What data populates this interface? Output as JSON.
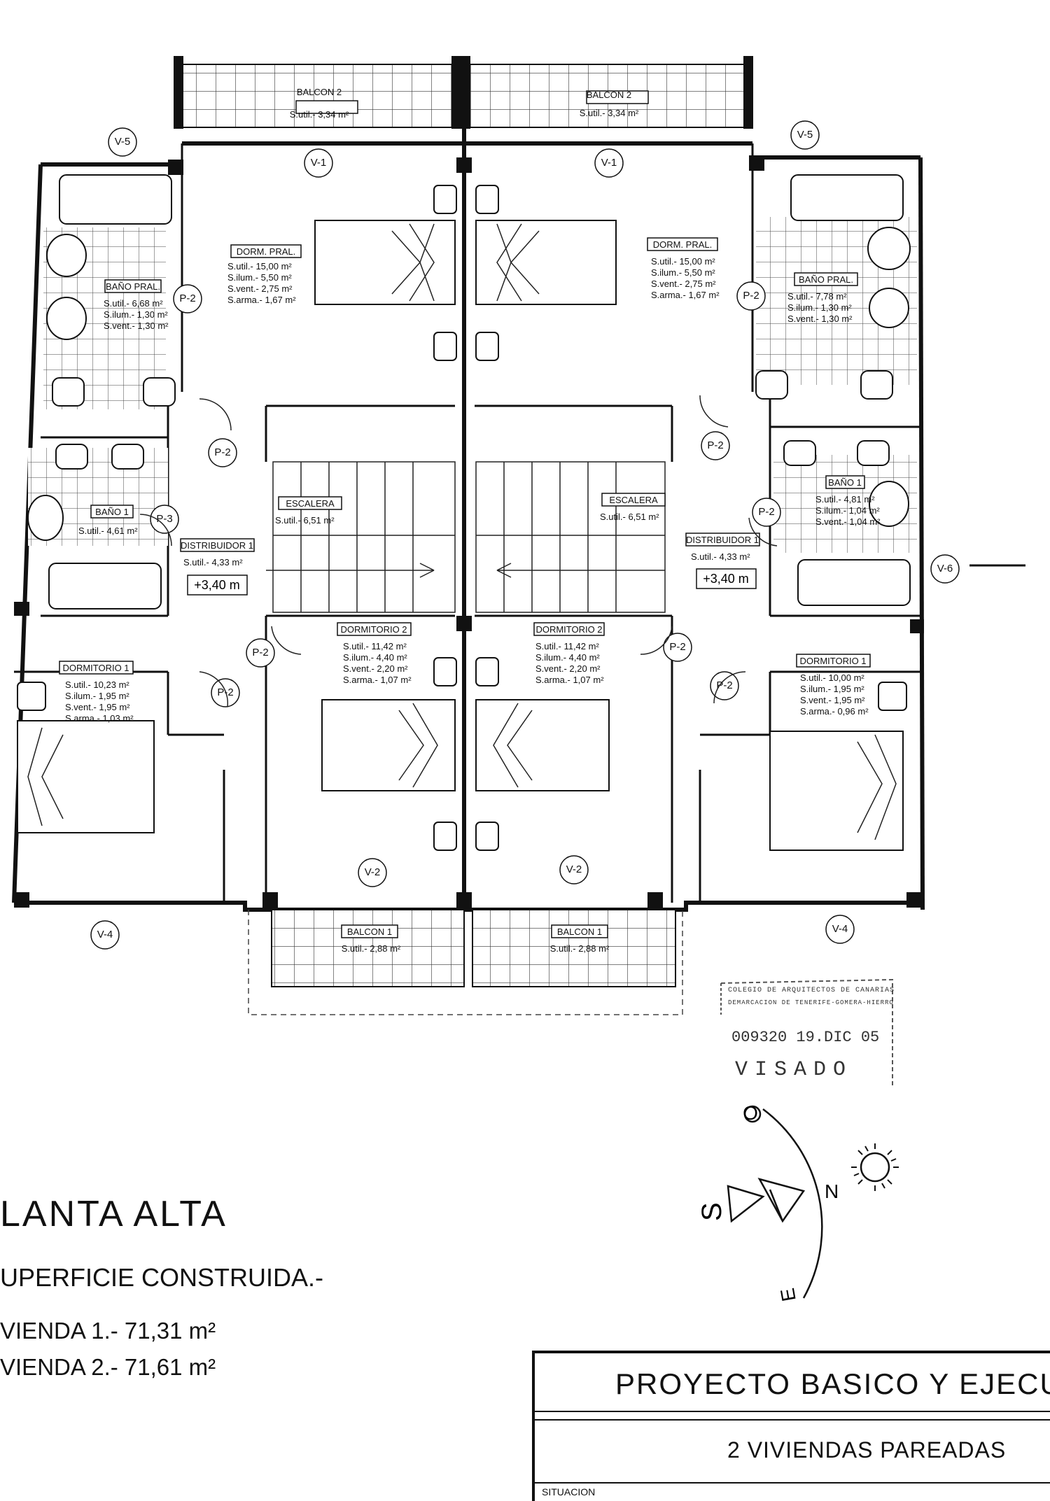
{
  "rooms": {
    "balcon2_left": {
      "name": "BALCON 2",
      "util": "S.util.- 3,34 m²"
    },
    "balcon2_right": {
      "name": "BALCON 2",
      "util": "S.util.- 3,34 m²"
    },
    "dorm_pral_left": {
      "name": "DORM. PRAL.",
      "util": "S.util.- 15,00 m²",
      "ilum": "S.ilum.- 5,50 m²",
      "vent": "S.vent.- 2,75 m²",
      "arma": "S.arma.- 1,67 m²"
    },
    "dorm_pral_right": {
      "name": "DORM. PRAL.",
      "util": "S.util.- 15,00 m²",
      "ilum": "S.ilum.- 5,50 m²",
      "vent": "S.vent.- 2,75 m²",
      "arma": "S.arma.- 1,67 m²"
    },
    "bano_pral_left": {
      "name": "BAÑO PRAL.",
      "util": "S.util.- 6,68 m²",
      "ilum": "S.ilum.- 1,30 m²",
      "vent": "S.vent.- 1,30 m²"
    },
    "bano_pral_right": {
      "name": "BAÑO PRAL.",
      "util": "S.util.- 7,78 m²",
      "ilum": "S.ilum.- 1,30 m²",
      "vent": "S.vent.- 1,30 m²"
    },
    "escalera_left": {
      "name": "ESCALERA",
      "util": "S.util.- 6,51 m²"
    },
    "escalera_right": {
      "name": "ESCALERA",
      "util": "S.util.- 6,51 m²"
    },
    "bano1_left": {
      "name": "BAÑO 1",
      "util": "S.util.- 4,61 m²"
    },
    "bano1_right": {
      "name": "BAÑO 1",
      "util": "S.util.- 4,81 m²",
      "ilum": "S.ilum.- 1,04 m²",
      "vent": "S.vent.- 1,04 m²"
    },
    "distribuidor_left": {
      "name": "DISTRIBUIDOR 1",
      "util": "S.util.- 4,33 m²",
      "level": "+3,40 m"
    },
    "distribuidor_right": {
      "name": "DISTRIBUIDOR 1",
      "util": "S.util.- 4,33 m²",
      "level": "+3,40 m"
    },
    "dormitorio2_left": {
      "name": "DORMITORIO 2",
      "util": "S.util.- 11,42 m²",
      "ilum": "S.ilum.- 4,40 m²",
      "vent": "S.vent.- 2,20 m²",
      "arma": "S.arma.- 1,07 m²"
    },
    "dormitorio2_right": {
      "name": "DORMITORIO 2",
      "util": "S.util.- 11,42 m²",
      "ilum": "S.ilum.- 4,40 m²",
      "vent": "S.vent.- 2,20 m²",
      "arma": "S.arma.- 1,07 m²"
    },
    "dormitorio1_left": {
      "name": "DORMITORIO 1",
      "util": "S.util.- 10,23 m²",
      "ilum": "S.ilum.- 1,95 m²",
      "vent": "S.vent.- 1,95 m²",
      "arma": "S.arma.- 1,03 m²"
    },
    "dormitorio1_right": {
      "name": "DORMITORIO 1",
      "util": "S.util.- 10,00 m²",
      "ilum": "S.ilum.- 1,95 m²",
      "vent": "S.vent.- 1,95 m²",
      "arma": "S.arma.- 0,96 m²"
    },
    "balcon1_left": {
      "name": "BALCON 1",
      "util": "S.util.- 2,88 m²"
    },
    "balcon1_right": {
      "name": "BALCON 1",
      "util": "S.util.- 2,88 m²"
    }
  },
  "tags": {
    "v1": "V-1",
    "v2": "V-2",
    "v4": "V-4",
    "v5": "V-5",
    "v6": "V-6",
    "p2": "P-2",
    "p3": "P-3"
  },
  "stamp": {
    "line1": "COLEGIO DE ARQUITECTOS DE CANARIAS",
    "line2": "DEMARCACION DE TENERIFE-GOMERA-HIERRO",
    "number": "009320  19.DIC 05",
    "visado": "VISADO"
  },
  "compass": {
    "o": "O",
    "s": "S",
    "n": "N",
    "e": "E"
  },
  "legend": {
    "title": "LANTA ALTA",
    "subtitle": "UPERFICIE CONSTRUIDA.-",
    "viv1": "VIENDA 1.-  71,31 m²",
    "viv2": "VIENDA 2.-  71,61 m²"
  },
  "titleblock": {
    "project": "PROYECTO BASICO Y EJECU",
    "desc": "2 VIVIENDAS PAREADAS",
    "situacion": "SITUACION"
  }
}
